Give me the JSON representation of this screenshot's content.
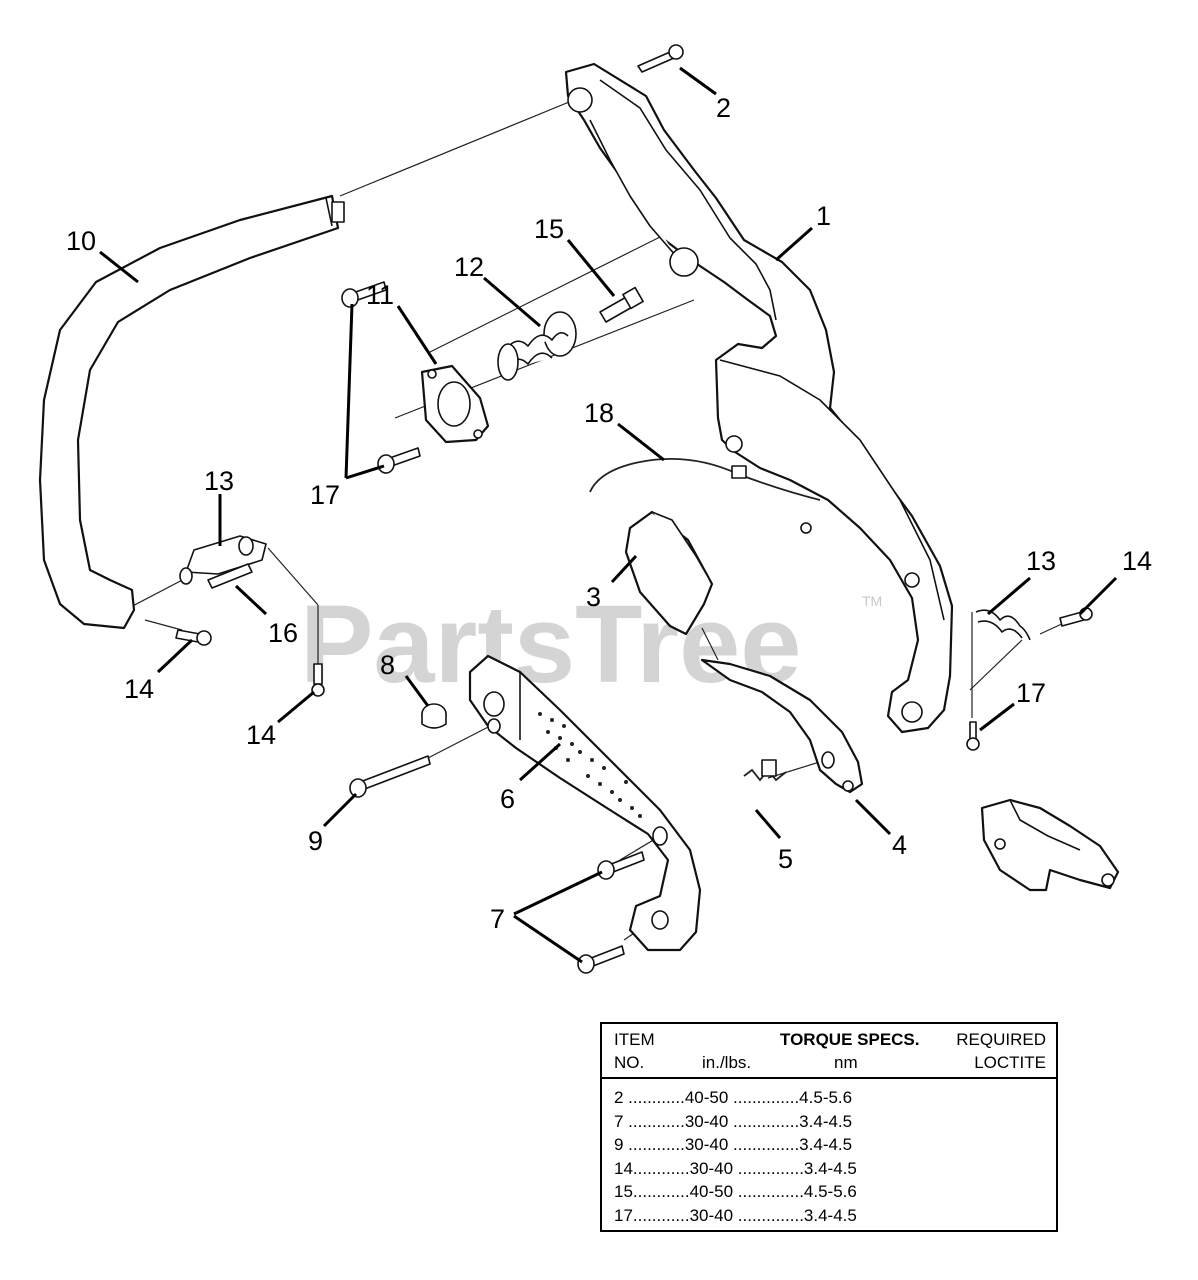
{
  "watermark": {
    "brand": "PartsTree",
    "trademark": "TM"
  },
  "callouts": [
    {
      "label": "2"
    },
    {
      "label": "1"
    },
    {
      "label": "10"
    },
    {
      "label": "15"
    },
    {
      "label": "12"
    },
    {
      "label": "11"
    },
    {
      "label": "18"
    },
    {
      "label": "17"
    },
    {
      "label": "13"
    },
    {
      "label": "16"
    },
    {
      "label": "14"
    },
    {
      "label": "14"
    },
    {
      "label": "3"
    },
    {
      "label": "8"
    },
    {
      "label": "13"
    },
    {
      "label": "14"
    },
    {
      "label": "17"
    },
    {
      "label": "6"
    },
    {
      "label": "9"
    },
    {
      "label": "5"
    },
    {
      "label": "4"
    },
    {
      "label": "7"
    }
  ],
  "torque_table": {
    "header": {
      "item": "ITEM",
      "no": "NO.",
      "torque_specs": "TORQUE SPECS.",
      "in_lbs": "in./lbs.",
      "nm": "nm",
      "required": "REQUIRED",
      "loctite": "LOCTITE"
    },
    "rows": [
      "2 ............40-50 ..............4.5-5.6",
      "7 ............30-40 ..............3.4-4.5",
      "9 ............30-40 ..............3.4-4.5",
      "14............30-40 ..............3.4-4.5",
      "15............40-50 ..............4.5-5.6",
      "17............30-40 ..............3.4-4.5"
    ]
  }
}
